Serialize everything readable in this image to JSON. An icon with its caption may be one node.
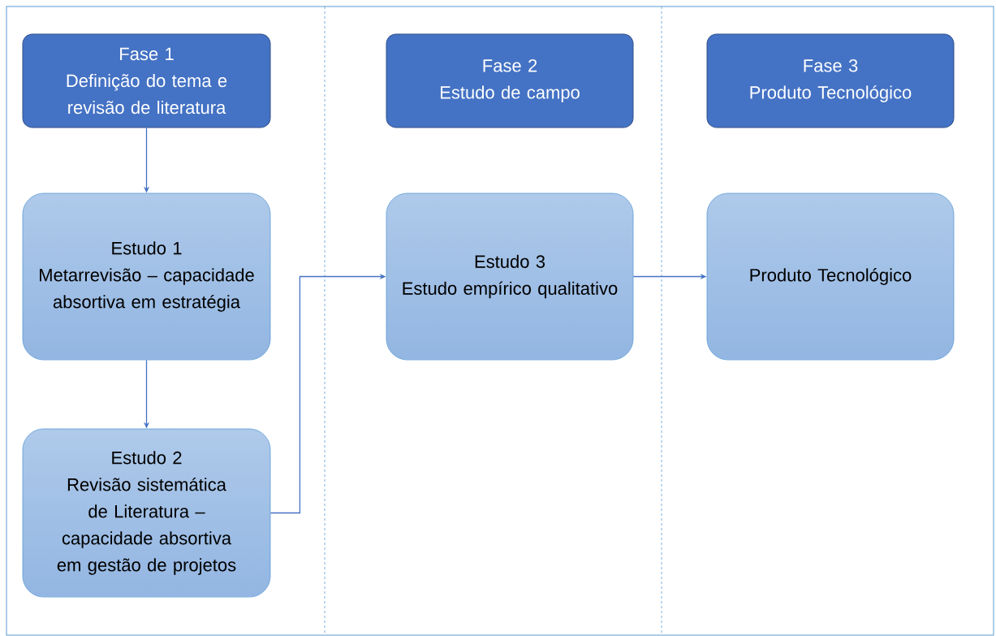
{
  "diagram": {
    "nodes": [
      {
        "text": [
          "Fase 1",
          "Definição do tema e revisão de literatura"
        ]
      },
      {
        "text": [
          "Fase 2",
          "Estudo de campo"
        ]
      },
      {
        "text": [
          "Fase 3",
          "Produto Tecnológico"
        ]
      },
      {
        "text": [
          "Estudo 1",
          "Metarrevisão – capacidade absortiva em estratégia"
        ]
      },
      {
        "text": [
          "Estudo 2",
          "Revisão sistemática de Literatura – capacidade absortiva em gestão de projetos"
        ]
      },
      {
        "text": [
          "Estudo 3",
          "Estudo empírico qualitativo"
        ]
      },
      {
        "text": [
          "Produto Tecnológico"
        ]
      }
    ],
    "edges": [
      {
        "from": 0,
        "to": 3,
        "arrow": "to"
      },
      {
        "from": 3,
        "to": 4,
        "arrow": "to"
      },
      {
        "from": 4,
        "to": 5,
        "arrow": "to"
      },
      {
        "from": 5,
        "to": 6,
        "arrow": "to"
      }
    ]
  }
}
